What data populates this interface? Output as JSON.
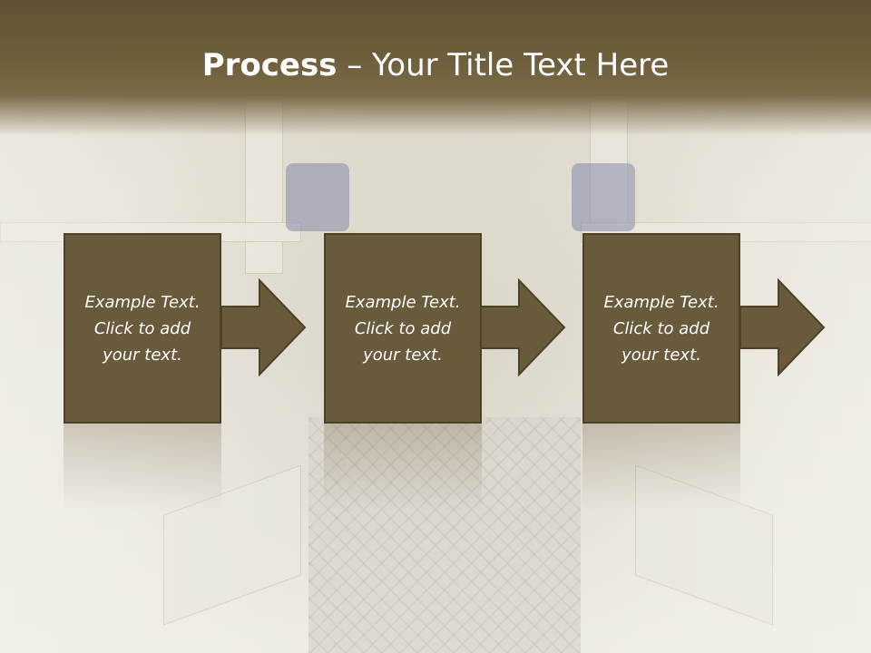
{
  "slide": {
    "title_bold": "Process",
    "title_rest": " – Your Title Text Here"
  },
  "steps": [
    {
      "line1": "Example Text.",
      "line2": "Click  to add",
      "line3": "your text."
    },
    {
      "line1": "Example Text.",
      "line2": "Click  to add",
      "line3": "your text."
    },
    {
      "line1": "Example Text.",
      "line2": "Click  to add",
      "line3": "your text."
    }
  ],
  "colors": {
    "header": "#6f5f3c",
    "box_fill": "#6a5a3c",
    "box_border": "#4d4128"
  }
}
